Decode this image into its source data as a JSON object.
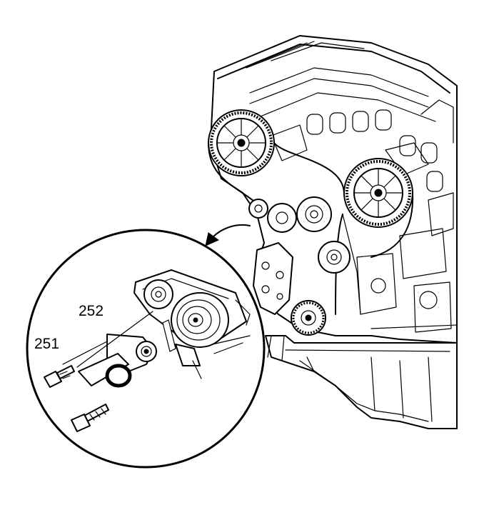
{
  "diagram": {
    "callouts": [
      {
        "id": "251",
        "label": "251"
      },
      {
        "id": "252",
        "label": "252"
      }
    ],
    "colors": {
      "line": "#000000",
      "background": "#ffffff"
    },
    "icons": [
      "engine-illustration",
      "detail-magnifier-circle",
      "curved-arrow-icon",
      "bolt-icon",
      "belt-tensioner-pulley"
    ]
  }
}
